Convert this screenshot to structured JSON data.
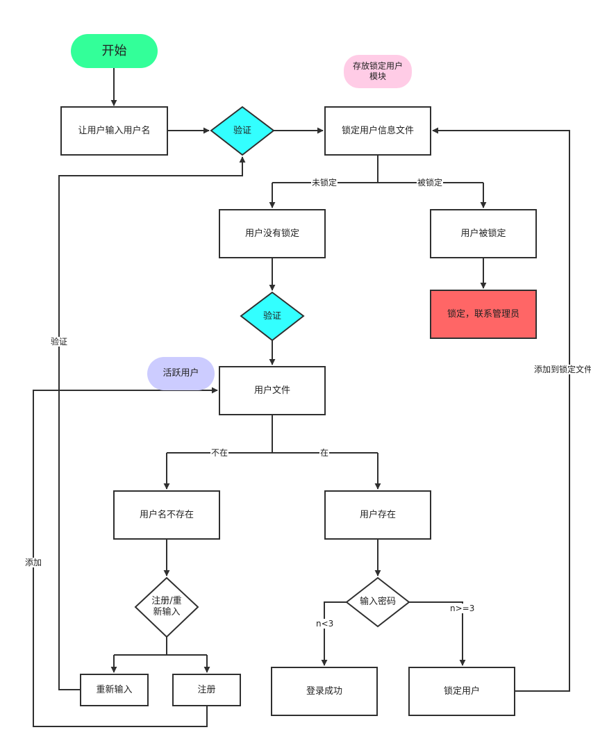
{
  "colors": {
    "start": "#33ff99",
    "verify": "#33ffff",
    "locked_alert": "#ff6666",
    "tag_pink": "#ffcce6",
    "tag_lavender": "#ccccff",
    "line": "#2f2f2f"
  },
  "nodes": {
    "start": "开始",
    "input_username": "让用户输入用户名",
    "verify_1": "验证",
    "lock_file": "锁定用户信息文件",
    "lock_module_tag": "存放锁定用户\n模块",
    "user_not_locked": "用户没有锁定",
    "user_locked": "用户被锁定",
    "locked_contact_admin": "锁定，联系管理员",
    "verify_2": "验证",
    "active_user_tag": "活跃用户",
    "user_file": "用户文件",
    "username_not_exist": "用户名不存在",
    "user_exists": "用户存在",
    "register_or_reinput": "注册/重\n新输入",
    "enter_password": "输入密码",
    "reinput": "重新输入",
    "register": "注册",
    "login_success": "登录成功",
    "lock_user": "锁定用户"
  },
  "edge_labels": {
    "not_locked": "未锁定",
    "locked": "被锁定",
    "verify_back": "验证",
    "add_to_lock_file": "添加到锁定文件",
    "not_in": "不在",
    "in": "在",
    "add": "添加",
    "lt3": "n<3",
    "gte3": "n>=3"
  }
}
